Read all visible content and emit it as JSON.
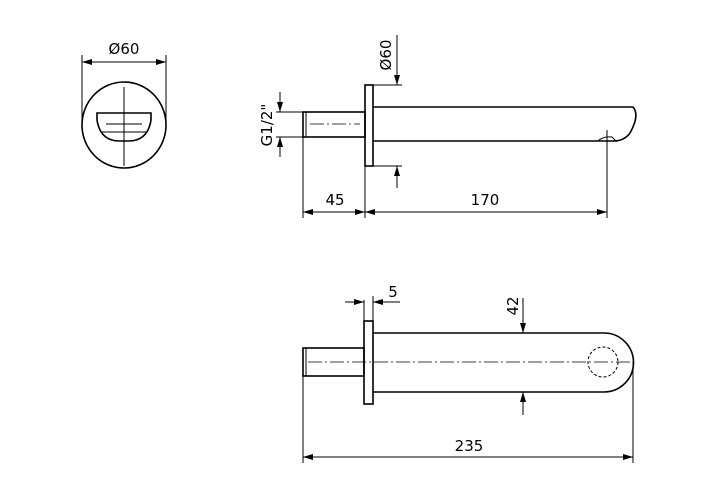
{
  "drawing": {
    "front_view": {
      "diameter_label": "Ø60"
    },
    "side_view": {
      "flange_diameter_label": "Ø60",
      "thread_label": "G1/2\"",
      "wall_depth_label": "45",
      "projection_label": "170"
    },
    "top_view": {
      "flange_thickness_label": "5",
      "spout_width_label": "42",
      "overall_length_label": "235"
    }
  }
}
